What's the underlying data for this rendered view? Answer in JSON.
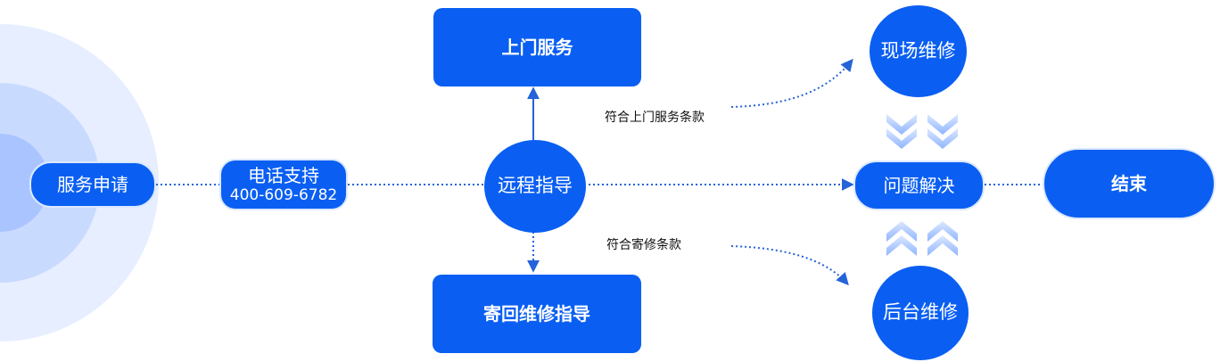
{
  "nodes": {
    "apply": "服务申请",
    "phone_title": "电话支持",
    "phone_number": "400-609-6782",
    "remote": "远程指导",
    "onsite_service": "上门服务",
    "mail_guide": "寄回维修指导",
    "field_repair": "现场维修",
    "solved": "问题解决",
    "backend_repair": "后台维修",
    "end": "结束"
  },
  "labels": {
    "onsite_terms": "符合上门服务条款",
    "mail_terms": "符合寄修条款"
  },
  "colors": {
    "primary": "#0a5ff2",
    "line": "#2563d9",
    "halo_outer": "#e6eeff",
    "halo_mid": "#c9daff",
    "halo_inner": "#a9c4ff",
    "chevron": "#a9c8ff"
  }
}
